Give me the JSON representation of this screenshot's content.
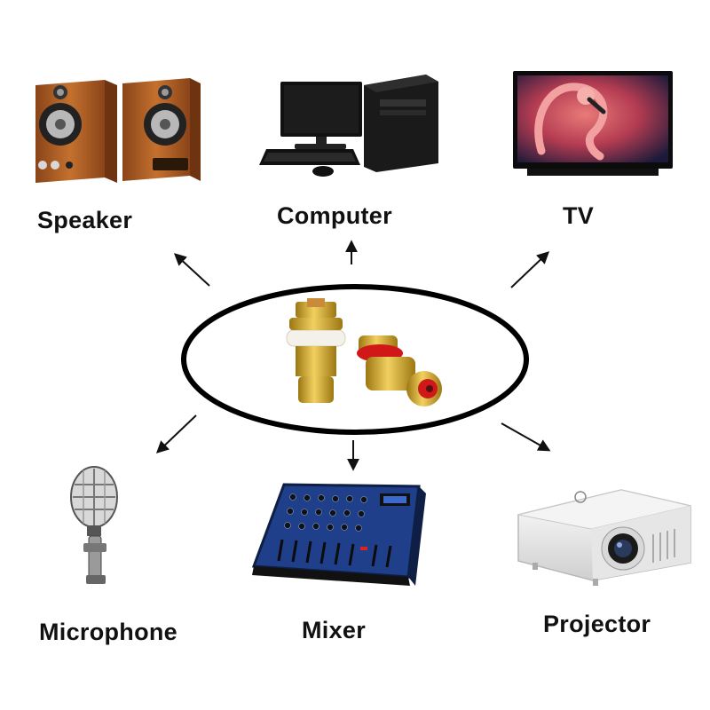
{
  "center": {
    "item": "rca-connector-pair",
    "ring_colors": [
      "#ffffff",
      "#e02020"
    ],
    "metal_color": "#d4a928"
  },
  "devices": [
    {
      "id": "speaker",
      "label": "Speaker",
      "icon": "speaker-icon"
    },
    {
      "id": "computer",
      "label": "Computer",
      "icon": "computer-icon"
    },
    {
      "id": "tv",
      "label": "TV",
      "icon": "tv-icon"
    },
    {
      "id": "microphone",
      "label": "Microphone",
      "icon": "microphone-icon"
    },
    {
      "id": "mixer",
      "label": "Mixer",
      "icon": "mixer-icon"
    },
    {
      "id": "projector",
      "label": "Projector",
      "icon": "projector-icon"
    }
  ],
  "colors": {
    "text": "#111111",
    "ellipse": "#000000",
    "arrow": "#111111",
    "speaker_wood": "#b8642a",
    "mixer_blue": "#1f3f8a"
  }
}
